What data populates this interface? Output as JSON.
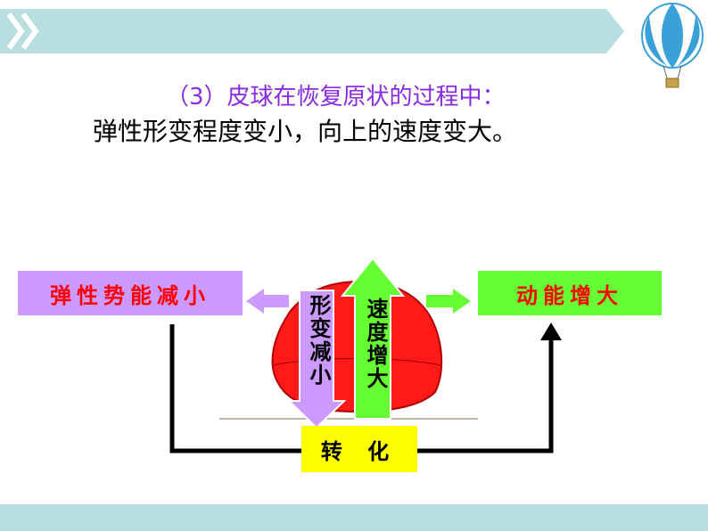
{
  "text": {
    "line1": "（3）皮球在恢复原状的过程中：",
    "line2": "弹性形变程度变小，向上的速度变大。"
  },
  "diagram": {
    "left_box": "弹性势能减小",
    "right_box": "动能增大",
    "bottom_box": "转 化",
    "down_arrow_label": "形变减小",
    "up_arrow_label": "速度增大"
  },
  "icons": {
    "header": "double-chevron-right-icon",
    "corner": "hot-air-balloon-icon"
  },
  "colors": {
    "header_band": "#b9dedf",
    "left_box": "#cc99ff",
    "right_box": "#66ff33",
    "bottom_box": "#ffff00",
    "ball": "#ff0000",
    "title_text": "#8a2be2"
  }
}
